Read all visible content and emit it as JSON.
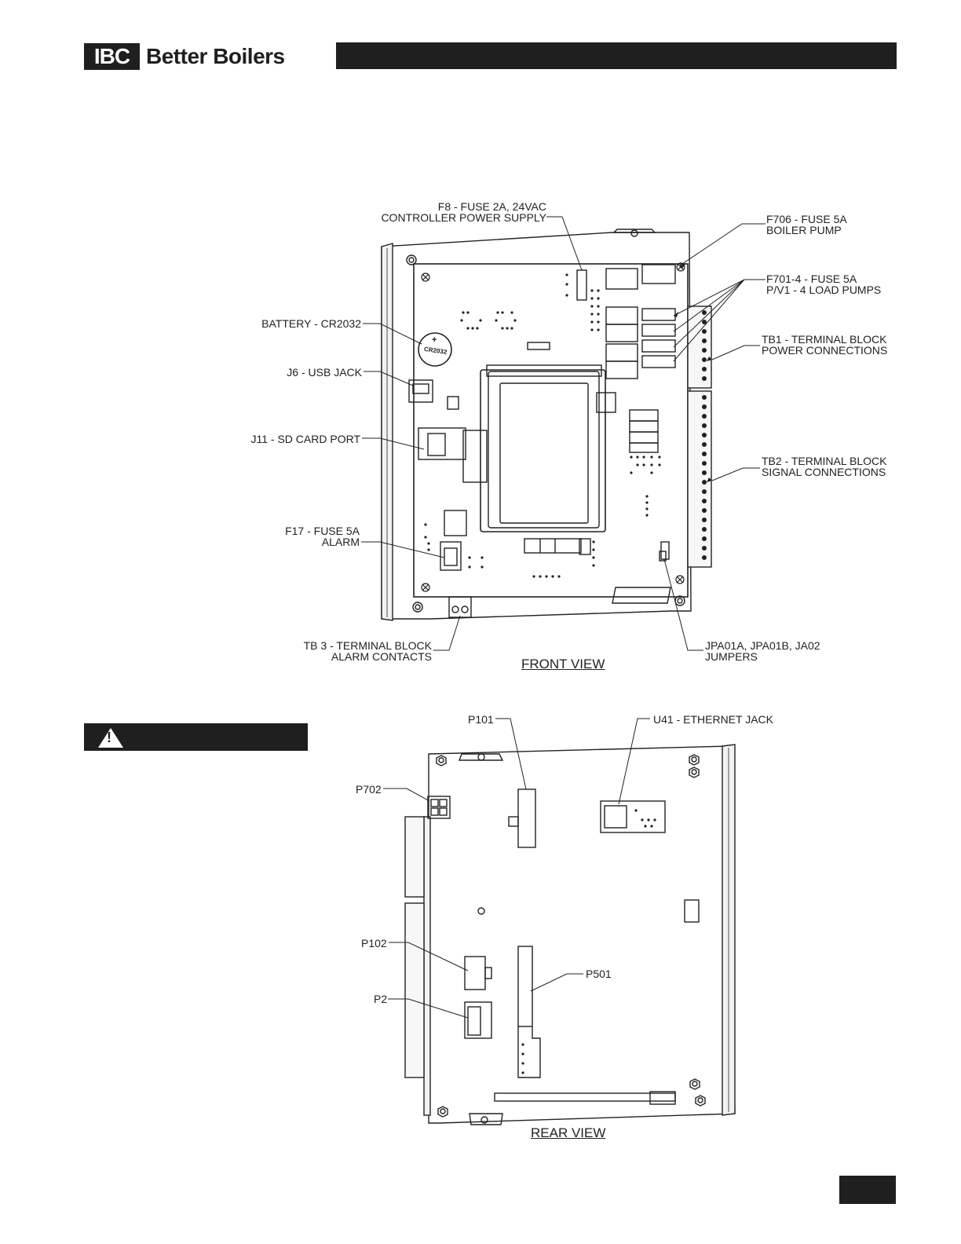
{
  "header": {
    "logo_mark": "IBC",
    "logo_text": "Better Boilers"
  },
  "front_view": {
    "title": "FRONT VIEW",
    "labels": {
      "f8": {
        "line1": "F8 - FUSE 2A, 24VAC",
        "line2": "CONTROLLER POWER SUPPLY"
      },
      "f706": {
        "line1": "F706 - FUSE 5A",
        "line2": "BOILER PUMP"
      },
      "f701": {
        "line1": "F701-4 - FUSE 5A",
        "line2": "P/V1 - 4 LOAD PUMPS"
      },
      "battery": {
        "line1": "BATTERY - CR2032"
      },
      "tb1": {
        "line1": "TB1 - TERMINAL BLOCK",
        "line2": "POWER CONNECTIONS"
      },
      "j6": {
        "line1": "J6 - USB JACK"
      },
      "j11": {
        "line1": "J11 - SD CARD PORT"
      },
      "tb2": {
        "line1": "TB2 - TERMINAL BLOCK",
        "line2": "SIGNAL CONNECTIONS"
      },
      "f17": {
        "line1": "F17 - FUSE 5A",
        "line2": "ALARM"
      },
      "tb3": {
        "line1": "TB 3 - TERMINAL BLOCK",
        "line2": "ALARM CONTACTS"
      },
      "jpa": {
        "line1": "JPA01A, JPA01B, JA02",
        "line2": "JUMPERS"
      }
    },
    "battery_marking": "CR2032",
    "battery_polarity": "+"
  },
  "rear_view": {
    "title": "REAR VIEW",
    "labels": {
      "p101": "P101",
      "u41": "U41 - ETHERNET JACK",
      "p702": "P702",
      "p102": "P102",
      "p2": "P2",
      "p501": "P501"
    }
  },
  "warning": {
    "icon": "warning-triangle-icon",
    "symbol": "!"
  }
}
